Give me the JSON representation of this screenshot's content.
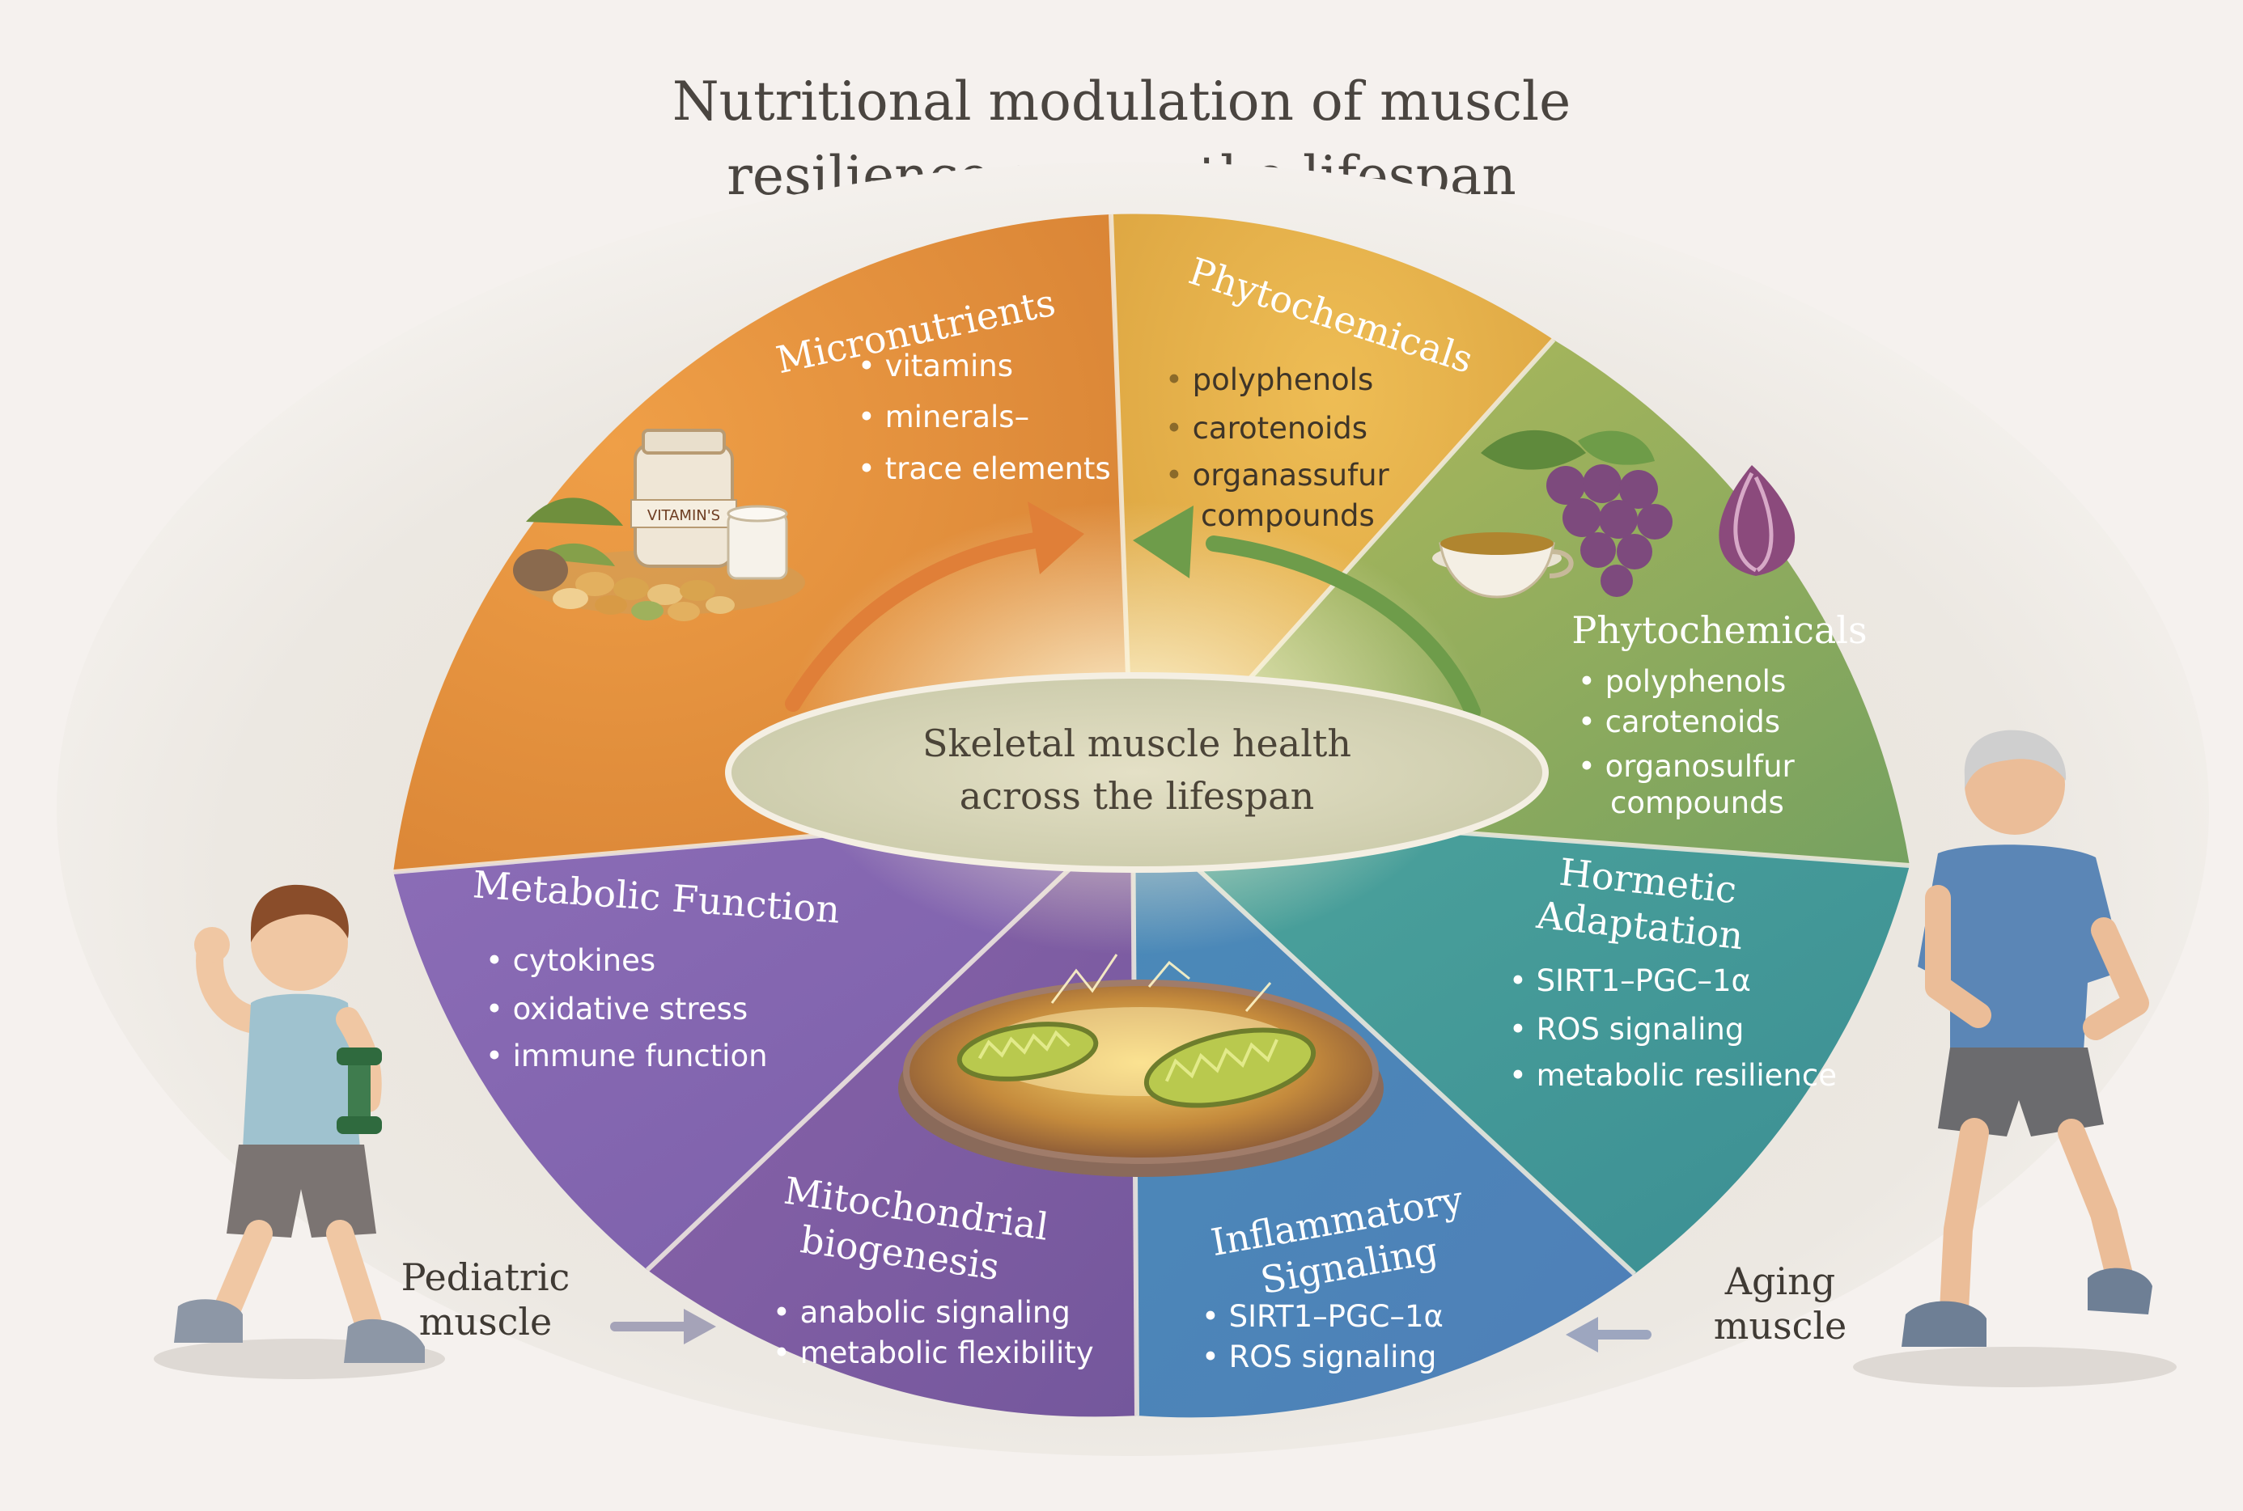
{
  "title": {
    "line1": "Nutritional modulation of muscle",
    "line2": "resilience across the lifespan"
  },
  "center": {
    "line1": "Skeletal muscle health",
    "line2": "across the lifespan"
  },
  "segments": {
    "micronutrients": {
      "heading": "Micronutrients",
      "items": [
        "vitamins",
        "minerals–",
        "trace elements"
      ],
      "jar_label": "VITAMIN'S"
    },
    "phytochemicals_top": {
      "heading": "Phytochemicals",
      "items": [
        "polyphenols",
        "carotenoids",
        "organassufur",
        "compounds"
      ]
    },
    "phytochemicals_right": {
      "heading": "Phytochemicals",
      "items": [
        "polyphenols",
        "carotenoids",
        "organosulfur",
        "compounds"
      ]
    },
    "hormetic": {
      "heading_line1": "Hormetic",
      "heading_line2": "Adaptation",
      "items": [
        "SIRT1–PGC–1α",
        "ROS signaling",
        "metabolic resilience"
      ]
    },
    "inflammatory": {
      "heading_line1": "Inflammatory",
      "heading_line2": "Signaling",
      "items": [
        "SIRT1–PGC–1α",
        "ROS signaling"
      ]
    },
    "mitochondrial": {
      "heading_line1": "Mitochondrial",
      "heading_line2": "biogenesis",
      "items": [
        "anabolic signaling",
        "metabolic flexibility"
      ]
    },
    "metabolic": {
      "heading": "Metabolic Function",
      "items": [
        "cytokines",
        "oxidative stress",
        "immune function"
      ]
    }
  },
  "sides": {
    "pediatric": {
      "line1": "Pediatric",
      "line2": "muscle"
    },
    "aging": {
      "line1": "Aging",
      "line2": "muscle"
    }
  },
  "colors": {
    "micronutrients": "#e0913e",
    "phytochemicals_top": "#e3ad45",
    "phytochemicals_right": "#8fae57",
    "hormetic": "#3f9a97",
    "inflammatory": "#4a86b8",
    "mitochondrial": "#7e5fa7",
    "metabolic": "#8868b2",
    "center_ellipse": "#d8d6b8",
    "arrow_orange": "#e07f38",
    "arrow_green": "#6e9c4a"
  }
}
